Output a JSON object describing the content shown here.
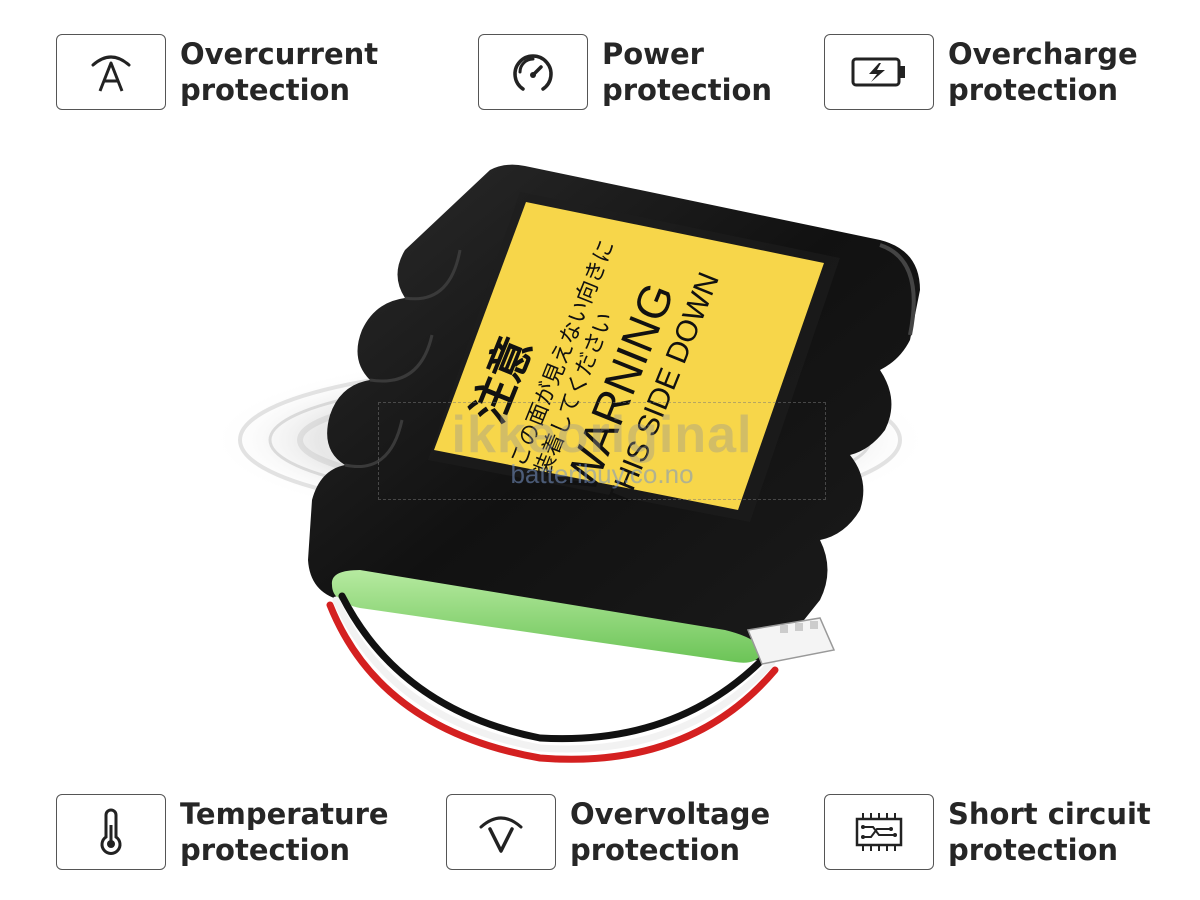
{
  "features": {
    "overcurrent": {
      "line1": "Overcurrent",
      "line2": "protection",
      "icon": "ampere-icon"
    },
    "power": {
      "line1": "Power",
      "line2": "protection",
      "icon": "power-gauge-icon"
    },
    "overcharge": {
      "line1": "Overcharge",
      "line2": "protection",
      "icon": "battery-charging-icon"
    },
    "temperature": {
      "line1": "Temperature",
      "line2": "protection",
      "icon": "thermometer-icon"
    },
    "overvoltage": {
      "line1": "Overvoltage",
      "line2": "protection",
      "icon": "voltage-icon"
    },
    "short_circuit": {
      "line1": "Short circuit",
      "line2": "protection",
      "icon": "circuit-board-icon"
    }
  },
  "battery": {
    "label_heading_jp": "注意",
    "label_jp_line1": "この面が見えない向きに",
    "label_jp_line2": "装着してください",
    "label_warning": "WARNING",
    "label_side": "THIS SIDE DOWN"
  },
  "watermark": {
    "main": "ikkeoriginal",
    "sub": "batteribuy.co.no"
  },
  "colors": {
    "label_yellow": "#f7d64a",
    "battery_black": "#151515",
    "cell_green": "#8fd67a",
    "wire_red": "#d42020"
  }
}
